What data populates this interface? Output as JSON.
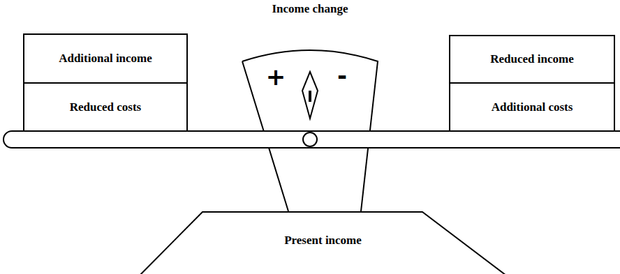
{
  "diagram": {
    "title": "Income change",
    "nodes": [
      {
        "text": [
          "Additional income"
        ]
      },
      {
        "text": [
          "Reduced costs"
        ]
      },
      {
        "text": [
          "+",
          "-"
        ]
      },
      {
        "text": [
          "Reduced income"
        ]
      },
      {
        "text": [
          "Additional costs"
        ]
      },
      {
        "text": [
          "Present income"
        ]
      }
    ]
  }
}
